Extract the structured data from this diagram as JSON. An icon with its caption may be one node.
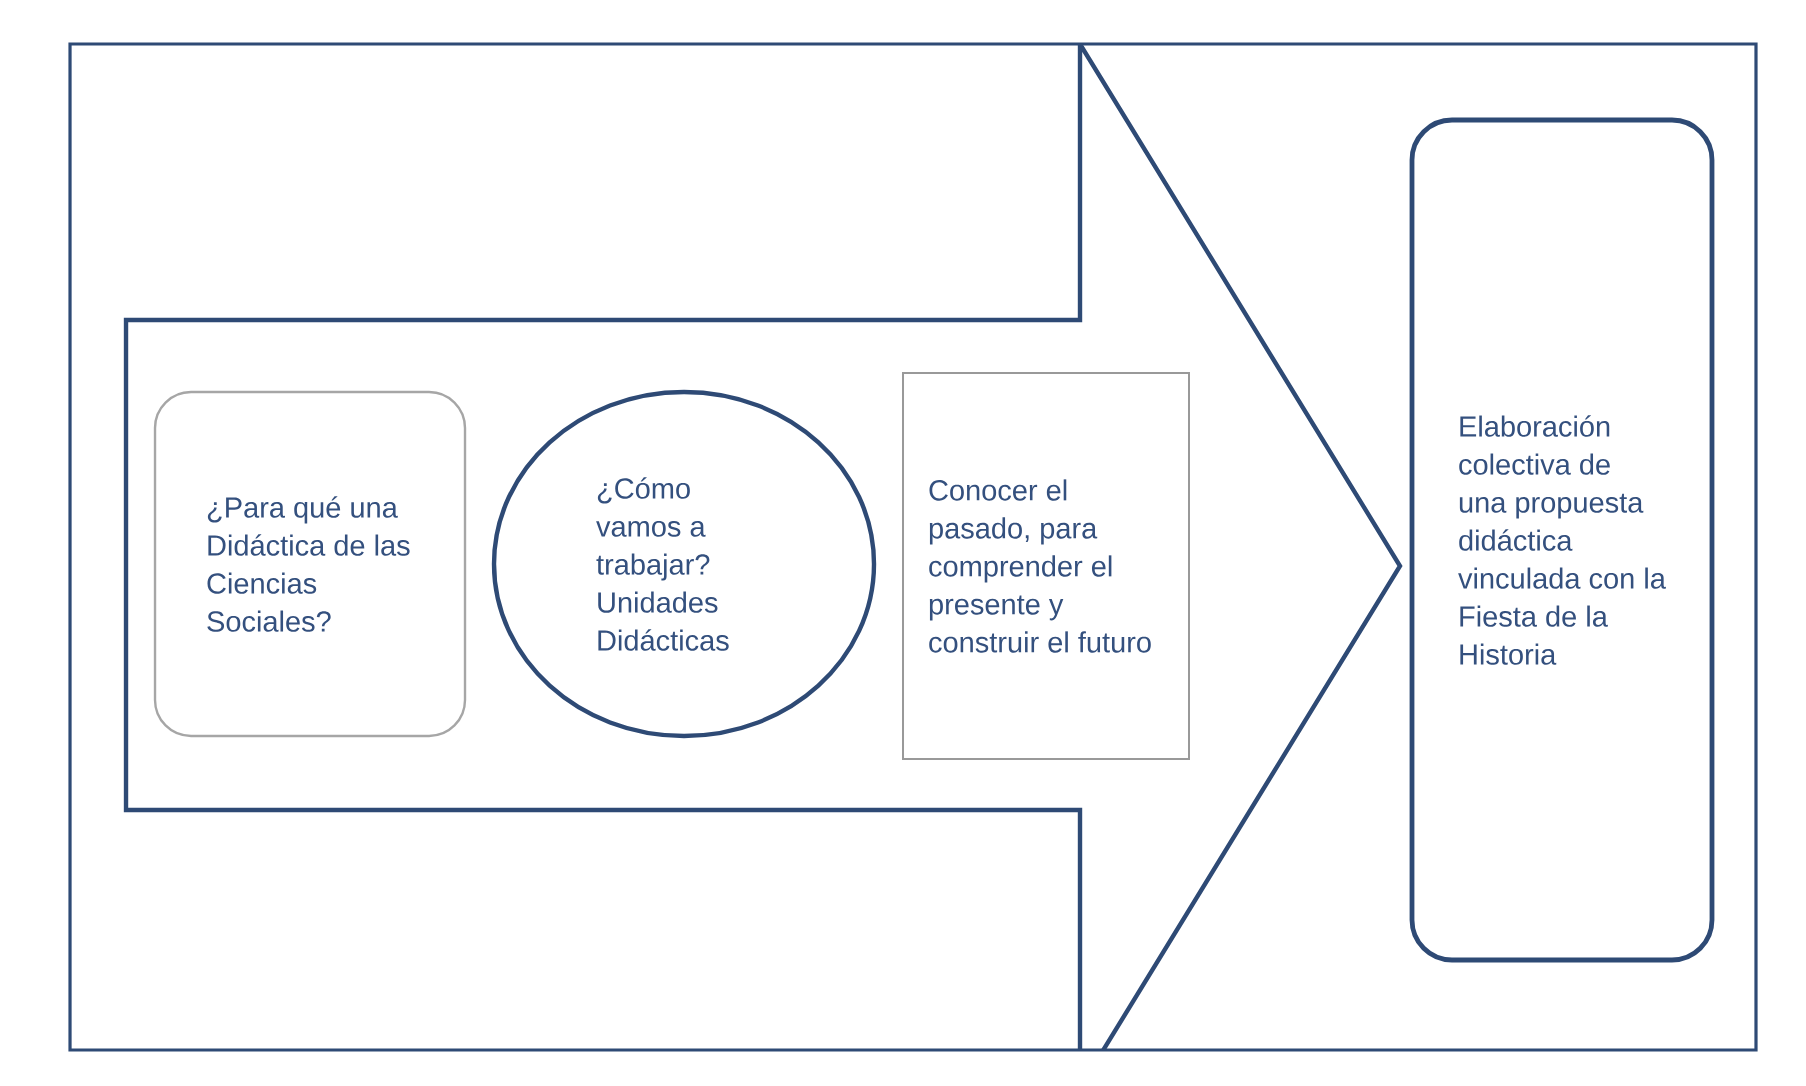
{
  "diagram": {
    "nodes": [
      {
        "text": [],
        "shape": "arrow"
      },
      {
        "text": [
          "¿Para qué una Didáctica de las Ciencias Sociales?"
        ],
        "in": 0
      },
      {
        "text": [
          "¿Cómo vamos a trabajar? Unidades Didácticas"
        ],
        "in": 0
      },
      {
        "text": [
          "Conocer el pasado, para comprender el presente y construir el futuro"
        ],
        "in": 0
      },
      {
        "text": [
          "Elaboración colectiva de una propuesta didáctica vinculada con la Fiesta de la Historia"
        ]
      }
    ]
  }
}
